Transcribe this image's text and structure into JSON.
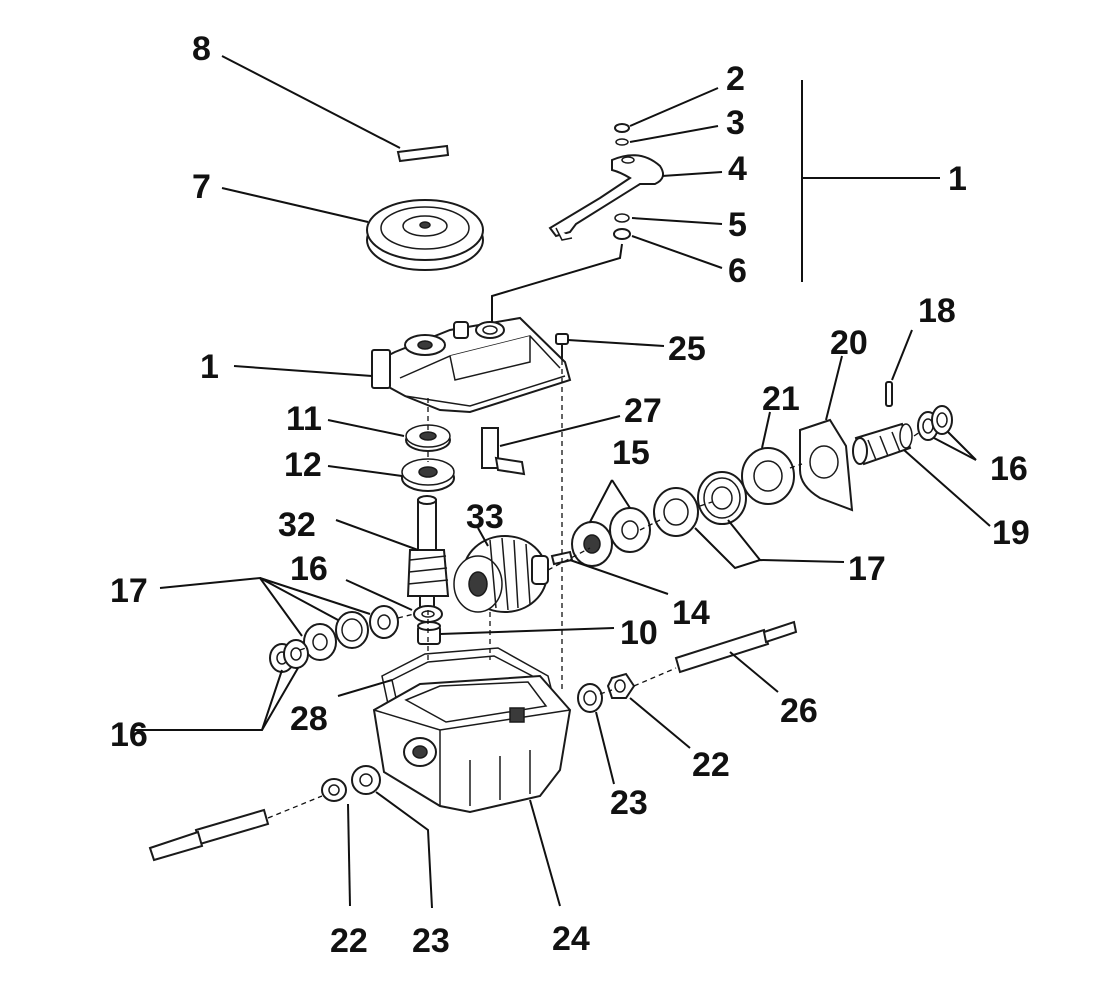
{
  "colors": {
    "ink": "#1a1a1a",
    "paper": "#ffffff"
  },
  "labels": {
    "p1a": "1",
    "p1b": "1",
    "p2": "2",
    "p3": "3",
    "p4": "4",
    "p5": "5",
    "p6": "6",
    "p7": "7",
    "p8": "8",
    "p10": "10",
    "p11": "11",
    "p12": "12",
    "p14": "14",
    "p15": "15",
    "p16a": "16",
    "p16b": "16",
    "p16c": "16",
    "p17a": "17",
    "p17b": "17",
    "p18": "18",
    "p19": "19",
    "p20": "20",
    "p21": "21",
    "p22a": "22",
    "p22b": "22",
    "p23a": "23",
    "p23b": "23",
    "p24": "24",
    "p25": "25",
    "p26": "26",
    "p27": "27",
    "p28": "28",
    "p32": "32",
    "p33": "33"
  }
}
